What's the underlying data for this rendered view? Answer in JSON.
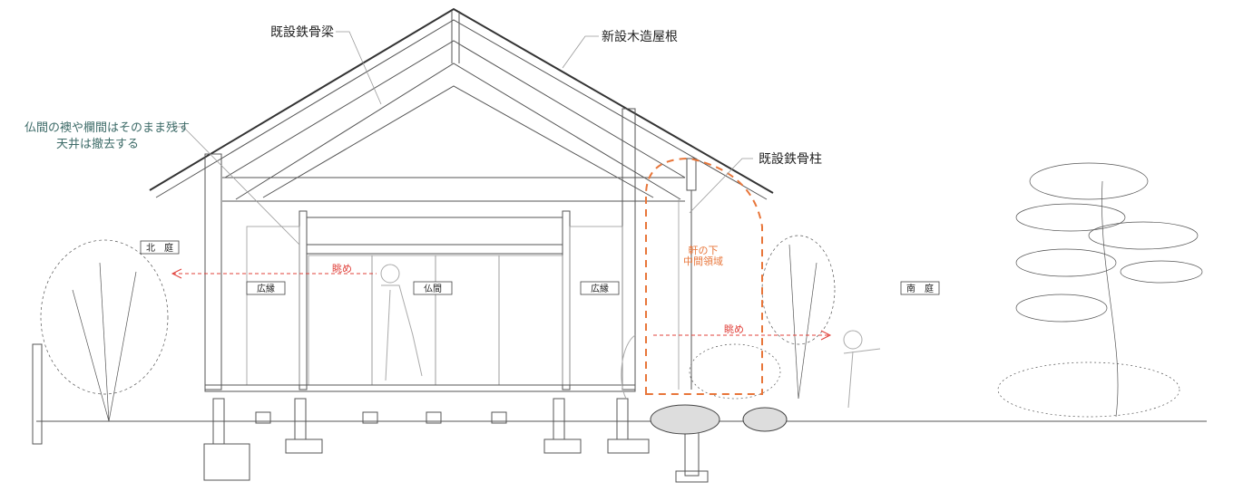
{
  "labels": {
    "existing_steel_beam": "既設鉄骨梁",
    "new_wooden_roof": "新設木造屋根",
    "note_line1": "仏間の襖や欄間はそのまま残す",
    "note_line2": "天井は撤去する",
    "existing_steel_column": "既設鉄骨柱"
  },
  "rooms": {
    "north_garden": "北　庭",
    "veranda_left": "広縁",
    "butsuma": "仏間",
    "veranda_right": "広縁",
    "south_garden": "南　庭"
  },
  "annotations": {
    "view_left": "眺め",
    "view_right": "眺め",
    "eave_line1": "軒の下",
    "eave_line2": "中間領域"
  },
  "colors": {
    "note": "#3d6b68",
    "eave_zone": "#e8763a",
    "view_arrow": "#e0403a"
  }
}
